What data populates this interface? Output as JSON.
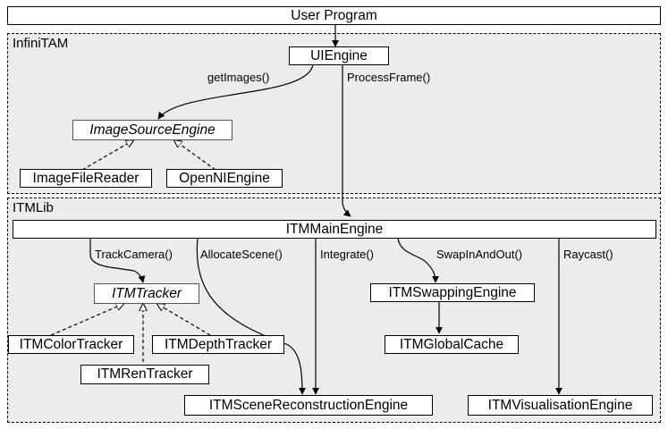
{
  "regions": {
    "infinitam": "InfiniTAM",
    "itmlib": "ITMLib"
  },
  "boxes": {
    "user_program": "User Program",
    "ui_engine": "UIEngine",
    "image_source_engine": "ImageSourceEngine",
    "image_file_reader": "ImageFileReader",
    "openni_engine": "OpenNIEngine",
    "itm_main_engine": "ITMMainEngine",
    "itm_tracker": "ITMTracker",
    "itm_color_tracker": "ITMColorTracker",
    "itm_depth_tracker": "ITMDepthTracker",
    "itm_ren_tracker": "ITMRenTracker",
    "itm_swapping_engine": "ITMSwappingEngine",
    "itm_global_cache": "ITMGlobalCache",
    "itm_scene_reconstruction_engine": "ITMSceneReconstructionEngine",
    "itm_visualisation_engine": "ITMVisualisationEngine"
  },
  "edge_labels": {
    "get_images": "getImages()",
    "process_frame": "ProcessFrame()",
    "track_camera": "TrackCamera()",
    "allocate_scene": "AllocateScene()",
    "integrate": "Integrate()",
    "swap_in_and_out": "SwapInAndOut()",
    "raycast": "Raycast()"
  }
}
